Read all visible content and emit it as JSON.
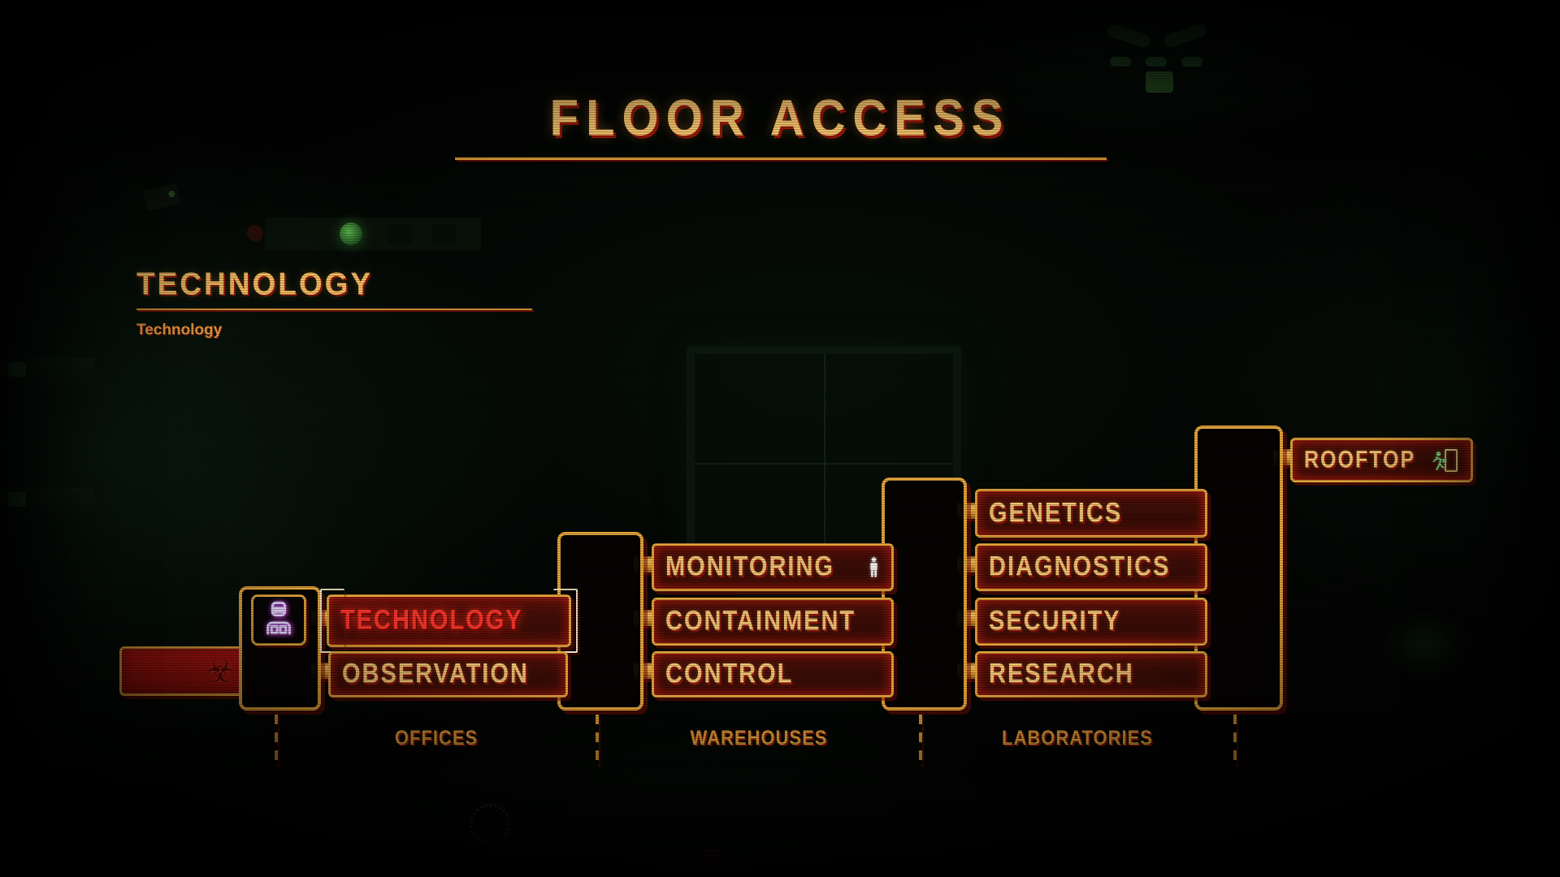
{
  "title": "FLOOR ACCESS",
  "current_floor": {
    "name": "TECHNOLOGY",
    "description": "Technology"
  },
  "selected_floor": "TECHNOLOGY",
  "map": {
    "entry": {
      "icon": "biohazard-icon",
      "glyph": "☣"
    },
    "elevator_occupant_icon": "scientist-icon",
    "columns": [
      {
        "section": "OFFICES",
        "floors": [
          {
            "label": "TECHNOLOGY"
          },
          {
            "label": "OBSERVATION"
          }
        ]
      },
      {
        "section": "WAREHOUSES",
        "floors": [
          {
            "label": "MONITORING",
            "icon": "person-icon"
          },
          {
            "label": "CONTAINMENT"
          },
          {
            "label": "CONTROL"
          }
        ]
      },
      {
        "section": "LABORATORIES",
        "floors": [
          {
            "label": "GENETICS"
          },
          {
            "label": "DIAGNOSTICS"
          },
          {
            "label": "SECURITY"
          },
          {
            "label": "RESEARCH"
          }
        ]
      }
    ],
    "rooftop": {
      "label": "ROOFTOP",
      "icon": "exit-icon"
    }
  },
  "colors": {
    "amber_border": "#e2a33a",
    "amber_text": "#eec272",
    "title_text": "#f6c46d",
    "red_fringe": "#7d0e06",
    "selected_text": "#f5352a",
    "entry_red": "#b81711",
    "occupant_purple": "#e9d9ff",
    "exit_green": "#7fd47a"
  }
}
